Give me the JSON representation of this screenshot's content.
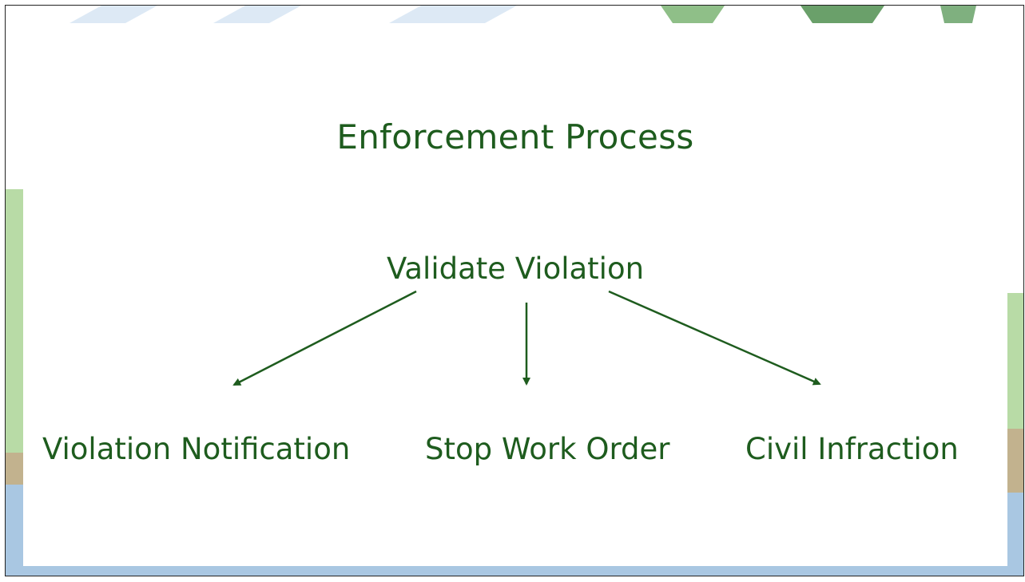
{
  "slide": {
    "title": "Enforcement Process",
    "root": "Validate Violation",
    "children": [
      "Violation Notification",
      "Stop Work Order",
      "Civil Infraction"
    ]
  },
  "colors": {
    "text": "#1e5c1e",
    "arrow": "#1e5c1e",
    "accent_blue": "#a9c7e2",
    "accent_green": "#b8dba6",
    "accent_tan": "#c2b28e"
  }
}
